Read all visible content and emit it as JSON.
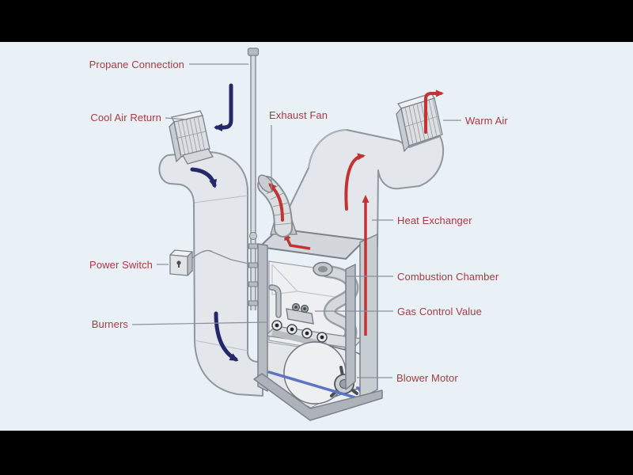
{
  "palette": {
    "background": "#e9f1f6",
    "letterbox": "#000000",
    "label_text": "#a93a42",
    "leader_line": "#8a9096",
    "duct_fill": "#e3e6ea",
    "duct_stroke": "#8f969e",
    "frame_fill": "#b7bcc2",
    "cold_air_arrow": "#232968",
    "hot_air_arrow": "#c23434",
    "blower_flow_line": "#5b74c4"
  },
  "labels": {
    "propane_connection": "Propane Connection",
    "cool_air_return": "Cool Air Return",
    "exhaust_fan": "Exhaust Fan",
    "warm_air": "Warm Air",
    "heat_exchanger": "Heat Exchanger",
    "power_switch": "Power Switch",
    "combustion_chamber": "Combustion Chamber",
    "gas_control_value": "Gas Control Value",
    "burners": "Burners",
    "blower_motor": "Blower Motor"
  }
}
